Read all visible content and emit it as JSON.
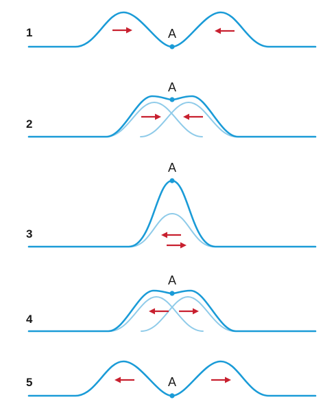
{
  "colors": {
    "wave": "#1a9bd7",
    "component": "#8fcbe9",
    "arrow": "#c8202f",
    "text": "#1a1a1a"
  },
  "panels": [
    {
      "number": "1",
      "point_label": "A",
      "arrows": [
        "right",
        "left"
      ]
    },
    {
      "number": "2",
      "point_label": "A",
      "arrows": [
        "right",
        "left"
      ]
    },
    {
      "number": "3",
      "point_label": "A",
      "arrows": [
        "left",
        "right"
      ]
    },
    {
      "number": "4",
      "point_label": "A",
      "arrows": [
        "left",
        "right"
      ]
    },
    {
      "number": "5",
      "point_label": "A",
      "arrows": [
        "left",
        "right"
      ]
    }
  ]
}
